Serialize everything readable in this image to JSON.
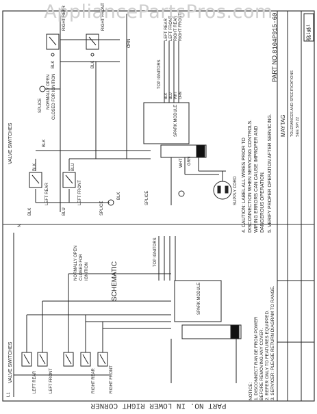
{
  "watermark": "AppliancePartsPros.com",
  "bottom_note": "PART NO. IN LOWER RIGHT CORNER",
  "sheet_code": "95-90",
  "upper": {
    "valve_switches": "VALVE SWITCHES",
    "right_rear": "RIGHT REAR",
    "right_front": "RIGHT FRONT",
    "left_rear": "LEFT REAR",
    "left_front": "LEFT FRONT",
    "normally_open": "NORMALLY OPEN",
    "closed_for_ignition": "CLOSED FOR IGNITION",
    "splice": "SPLICE",
    "blk": "BLK",
    "blu": "BLU",
    "wht": "WHT",
    "grn": "GRN",
    "orn": "ORN",
    "top_ignitors": "TOP IGNITORS",
    "ign_left_rear": "LEFT REAR",
    "ign_left_front": "LEFT FRONT",
    "ign_right_rear": "RIGHT REAR",
    "ign_right_front": "RIGHT FRONT",
    "spark_module": "SPARK MODULE",
    "supply_cord": "SUPPLY CORD"
  },
  "lower": {
    "valve_switches": "VALVE SWITCHES",
    "schematic": "SCHEMATIC",
    "normally_open": "NORMALLY OPEN",
    "closed_for": "CLOSED FOR",
    "ignition": "IGNITION",
    "top_ignitors": "TOP IGNITORS",
    "spark_module": "SPARK MODULE",
    "left_rear": "LEFT REAR",
    "left_front": "LEFT FRONT",
    "right_rear": "RIGHT REAR",
    "right_front": "RIGHT FRONT",
    "l1": "L1",
    "n": "N"
  },
  "notices": [
    "NOTICE:",
    "1. DISCONNECT RANGE FROM POWER",
    "BEFORE REMOVING ANY COVER.",
    "2. REFER ONLY TO FEATURES EQUIPPED.",
    "3. SERVICER: PLEASE RETURN DIAGRAM TO RANGE."
  ],
  "cautions": [
    "4. CAUTION: LABEL ALL WIRES PRIOR TO",
    "DISCONNECTION WHEN SERVICING CONTROLS.",
    "WIRING ERRORS CAN CAUSE IMPROPER AND",
    "DANGEROUS OPERATION.",
    "5. VERIFY PROPER OPERATION AFTER SERVICING."
  ],
  "part_no_label": "PART NO.",
  "part_no": "8104P915-60",
  "title_block": {
    "brand": "MAYTAG",
    "tolerances": "TOLERANCES AND SPECIFICATIONS",
    "see_spec": "SEE SPI 22",
    "page": "2D 1 of 1"
  }
}
